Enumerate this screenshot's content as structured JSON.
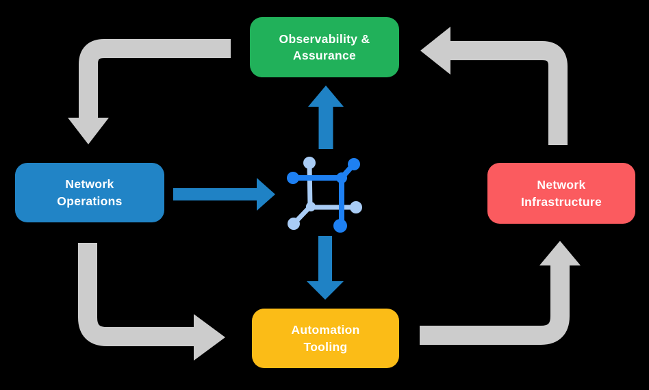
{
  "diagram": {
    "nodes": [
      {
        "id": "observability-assurance",
        "line1": "Observability &",
        "line2": "Assurance",
        "color": "#21B15A"
      },
      {
        "id": "network-operations",
        "line1": "Network",
        "line2": "Operations",
        "color": "#2184C6"
      },
      {
        "id": "network-infrastructure",
        "line1": "Network",
        "line2": "Infrastructure",
        "color": "#FB5B5F"
      },
      {
        "id": "automation-tooling",
        "line1": "Automation",
        "line2": "Tooling",
        "color": "#FBBC17"
      }
    ],
    "center_icon": {
      "name": "network-mesh-icon",
      "primary_color": "#1E80F2",
      "secondary_color": "#A9CCF5"
    },
    "colors": {
      "flow_arrow": "#CCCCCC",
      "link_arrow": "#1F82C5",
      "text": "#FFFFFF",
      "background": "#000000"
    },
    "edges": [
      {
        "from": "observability-assurance",
        "to": "network-operations",
        "style": "gray-elbow"
      },
      {
        "from": "network-operations",
        "to": "automation-tooling",
        "style": "gray-elbow"
      },
      {
        "from": "automation-tooling",
        "to": "network-infrastructure",
        "style": "gray-elbow"
      },
      {
        "from": "network-infrastructure",
        "to": "observability-assurance",
        "style": "gray-elbow"
      },
      {
        "from": "network-operations",
        "to": "center-icon",
        "style": "blue-straight"
      },
      {
        "from": "center-icon",
        "to": "observability-assurance",
        "style": "blue-straight"
      },
      {
        "from": "center-icon",
        "to": "automation-tooling",
        "style": "blue-straight"
      }
    ]
  }
}
